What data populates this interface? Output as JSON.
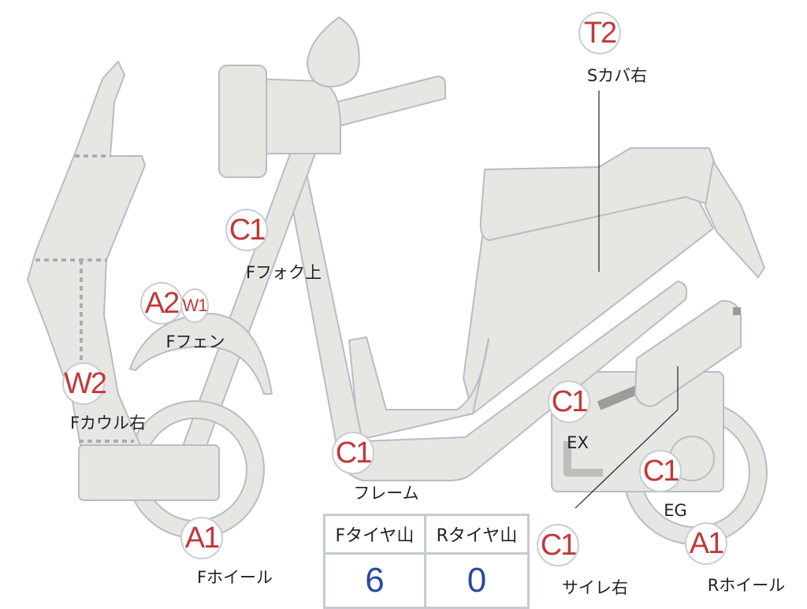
{
  "colors": {
    "marker_text": "#c0393b",
    "value_text": "#2a4a9a",
    "part_fill": "#e6e6e3",
    "part_stroke": "#b8bcc4"
  },
  "parts": [
    {
      "code": "T2",
      "label": "Sカバ右"
    },
    {
      "code": "C1",
      "label": "Fフォク上"
    },
    {
      "code": "A2",
      "code2": "W1",
      "label": "Fフェン"
    },
    {
      "code": "W2",
      "label": "Fカウル右"
    },
    {
      "code": "C1",
      "label": "フレーム"
    },
    {
      "code": "A1",
      "label": "Fホイール"
    },
    {
      "code": "C1",
      "label": "EX"
    },
    {
      "code": "C1",
      "label": "EG"
    },
    {
      "code": "C1",
      "label": "サイレ右"
    },
    {
      "code": "A1",
      "label": "Rホイール"
    }
  ],
  "tyre_table": {
    "headers": [
      "Fタイヤ山",
      "Rタイヤ山"
    ],
    "values": [
      "6",
      "0"
    ]
  }
}
